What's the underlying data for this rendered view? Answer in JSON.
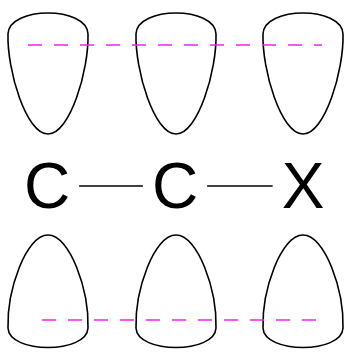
{
  "diagram": {
    "nodes": [
      {
        "text": [
          "C"
        ]
      },
      {
        "text": [
          "C"
        ]
      },
      {
        "text": [
          "X"
        ]
      }
    ],
    "edges": [
      {
        "from": 0,
        "to": 1,
        "arrow": "none"
      },
      {
        "from": 1,
        "to": 2,
        "arrow": "none"
      }
    ]
  }
}
